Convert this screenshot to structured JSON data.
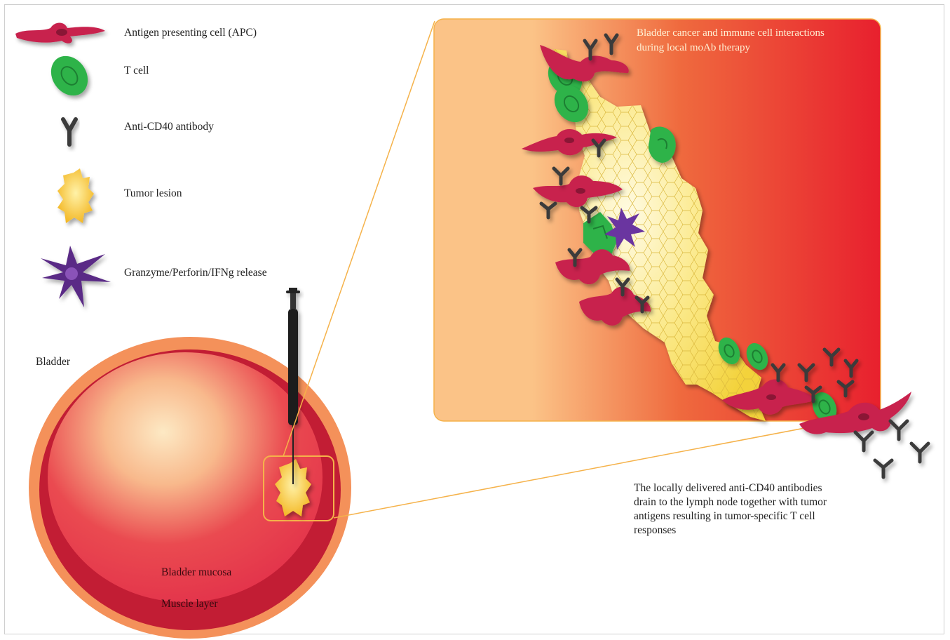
{
  "legend": {
    "apc": "Antigen presenting cell (APC)",
    "t_cell": "T cell",
    "antibody": "Anti-CD40 antibody",
    "tumor": "Tumor lesion",
    "granzyme": "Granzyme/Perforin/IFNg release"
  },
  "bladder": {
    "title": "Bladder",
    "mucosa": "Bladder mucosa",
    "muscle": "Muscle layer"
  },
  "panel": {
    "title_line1": "Bladder cancer and immune cell interactions",
    "title_line2": "during local moAb therapy"
  },
  "caption": {
    "line1": "The locally delivered anti-CD40 antibodies",
    "line2": "drain to the lymph node together with tumor",
    "line3": "antigens resulting in tumor-specific T cell",
    "line4": "responses"
  },
  "colors": {
    "apc": "#c8204e",
    "t_cell": "#2fb34a",
    "antibody": "#3b3b3b",
    "tumor": "#f6c02a",
    "granzyme": "#5a2a86",
    "panel_left": "#fbc387",
    "panel_right": "#e8202e",
    "bladder_outer": "#f4915a",
    "bladder_muscle": "#c21d34",
    "bladder_mucosa": "#e4334a",
    "bladder_center": "#fde7c2"
  },
  "icons": [
    "apc-icon",
    "t-cell-icon",
    "antibody-icon",
    "tumor-icon",
    "granzyme-icon",
    "syringe-icon"
  ]
}
